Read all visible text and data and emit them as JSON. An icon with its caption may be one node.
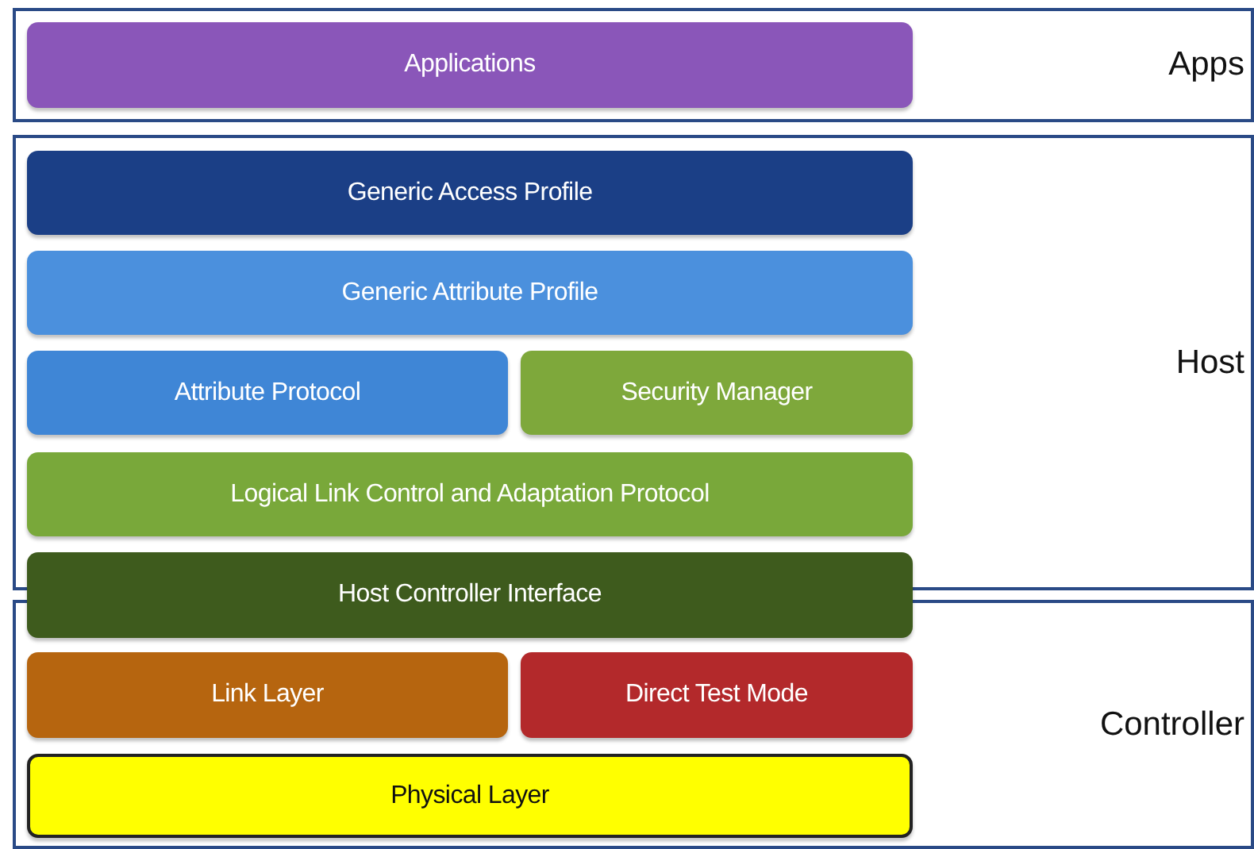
{
  "diagram": {
    "nodes": [
      {
        "text": [
          "Apps"
        ]
      },
      {
        "text": [
          "Applications"
        ],
        "in": 0
      },
      {
        "text": [
          "Host"
        ]
      },
      {
        "text": [
          "Generic Access Profile"
        ],
        "in": 2
      },
      {
        "text": [
          "Generic Attribute Profile"
        ],
        "in": 2
      },
      {
        "text": [
          "Attribute Protocol"
        ],
        "in": 2
      },
      {
        "text": [
          "Security Manager"
        ],
        "in": 2
      },
      {
        "text": [
          "Logical Link Control and Adaptation Protocol"
        ],
        "in": 2
      },
      {
        "text": [
          "Host Controller Interface"
        ]
      },
      {
        "text": [
          "Controller"
        ]
      },
      {
        "text": [
          "Link Layer"
        ],
        "in": 9
      },
      {
        "text": [
          "Direct Test Mode"
        ],
        "in": 9
      },
      {
        "text": [
          "Physical Layer"
        ],
        "in": 9
      }
    ]
  }
}
